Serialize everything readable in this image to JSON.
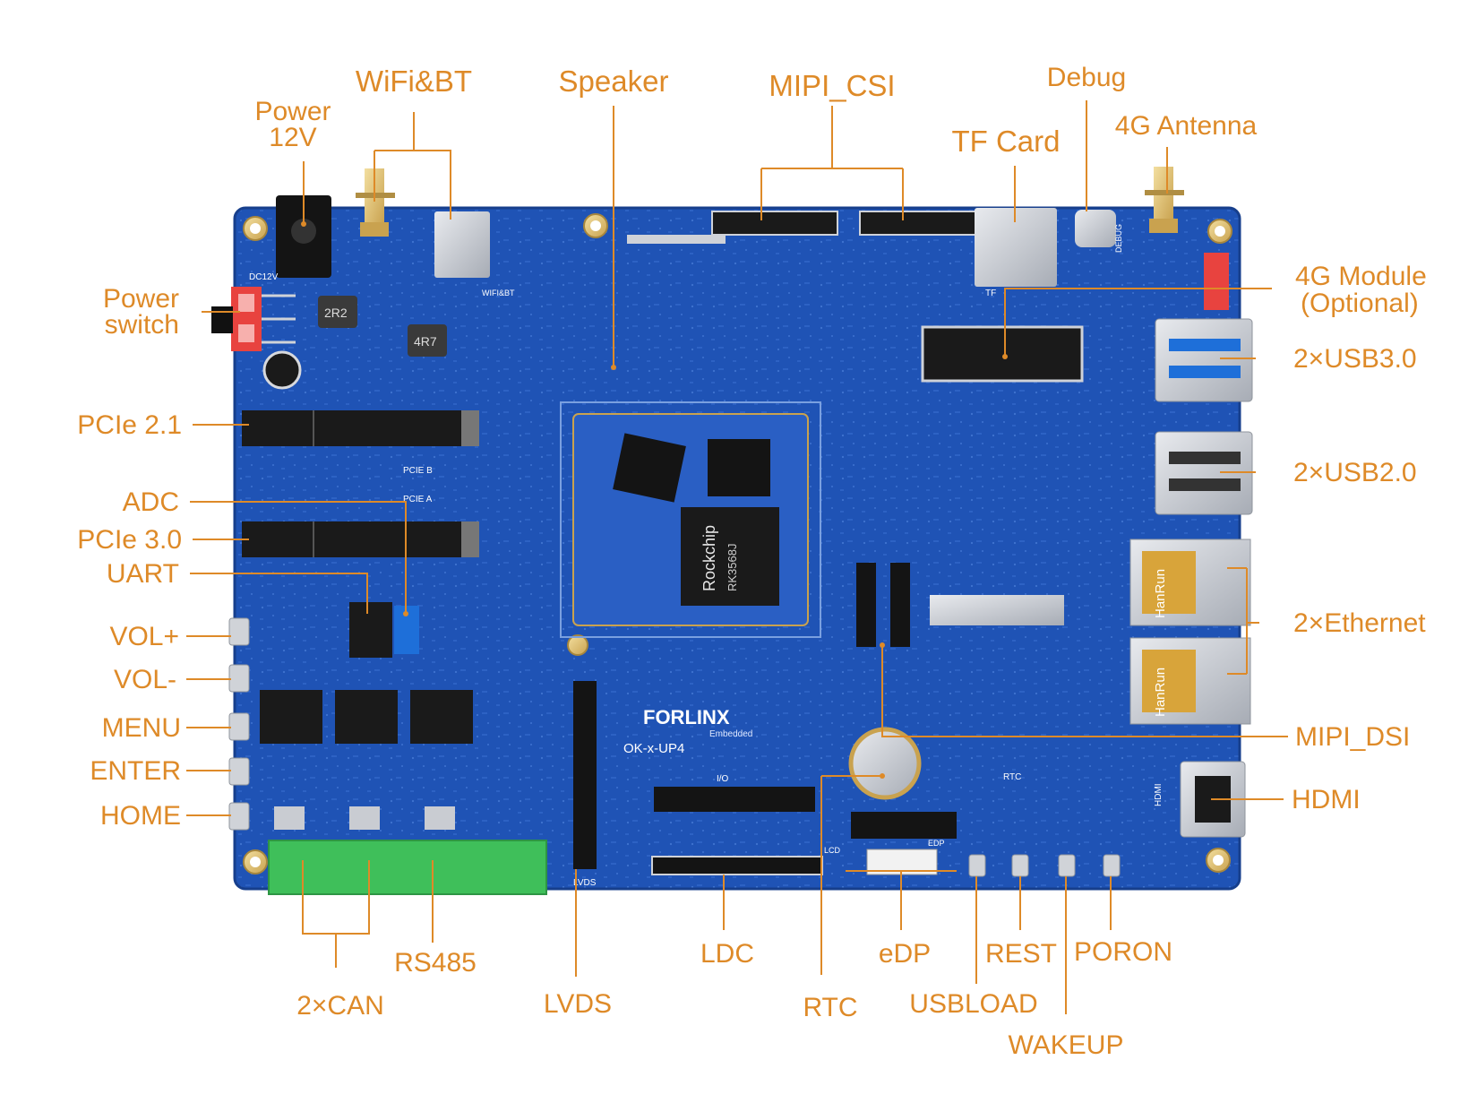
{
  "callouts": {
    "power_12v": "Power\n12V",
    "wifi_bt": "WiFi&BT",
    "speaker": "Speaker",
    "mipi_csi": "MIPI_CSI",
    "debug": "Debug",
    "tf_card": "TF Card",
    "antenna_4g": "4G Antenna",
    "power_switch": "Power\nswitch",
    "module_4g": "4G Module",
    "module_4g_note": "(Optional)",
    "usb30": "2×USB3.0",
    "pcie21": "PCIe 2.1",
    "usb20": "2×USB2.0",
    "adc": "ADC",
    "pcie30": "PCIe 3.0",
    "uart": "UART",
    "ethernet": "2×Ethernet",
    "vol_plus": "VOL+",
    "vol_minus": "VOL-",
    "menu": "MENU",
    "mipi_dsi": "MIPI_DSI",
    "enter": "ENTER",
    "hdmi": "HDMI",
    "home": "HOME",
    "rs485": "RS485",
    "ldc": "LDC",
    "edp": "eDP",
    "rest": "REST",
    "poron": "PORON",
    "can": "2×CAN",
    "lvds": "LVDS",
    "rtc": "RTC",
    "usbload": "USBLOAD",
    "wakeup": "WAKEUP"
  },
  "board": {
    "brand": "FORLINX",
    "brand_sub": "Embedded",
    "model": "OK-x-UP4",
    "soc_brand": "Rockchip",
    "soc_model": "RK3568J",
    "eth_brand": "HanRun",
    "silk_pcie_b": "PCIE B",
    "silk_pcie_a": "PCIE A",
    "silk_dc12v": "DC12V",
    "silk_debug": "DEBUG",
    "silk_hdmi": "HDMI",
    "silk_lvds": "LVDS",
    "silk_lcd": "LCD",
    "silk_edp": "EDP",
    "silk_rtc": "RTC",
    "silk_io": "I/O",
    "silk_tf": "TF",
    "silk_wifibt": "WIFI&BT",
    "silk_2r2": "2R2",
    "silk_4r7": "4R7"
  },
  "colors": {
    "label": "#de8a28",
    "board": "#1f53b5",
    "board_edge": "#173f8c",
    "connector_dark": "#1a1a1a",
    "metal": "#c9ccd2",
    "terminal_green": "#3fbf5a",
    "pot_blue": "#1e6fd9",
    "switch_red": "#e8433f"
  }
}
